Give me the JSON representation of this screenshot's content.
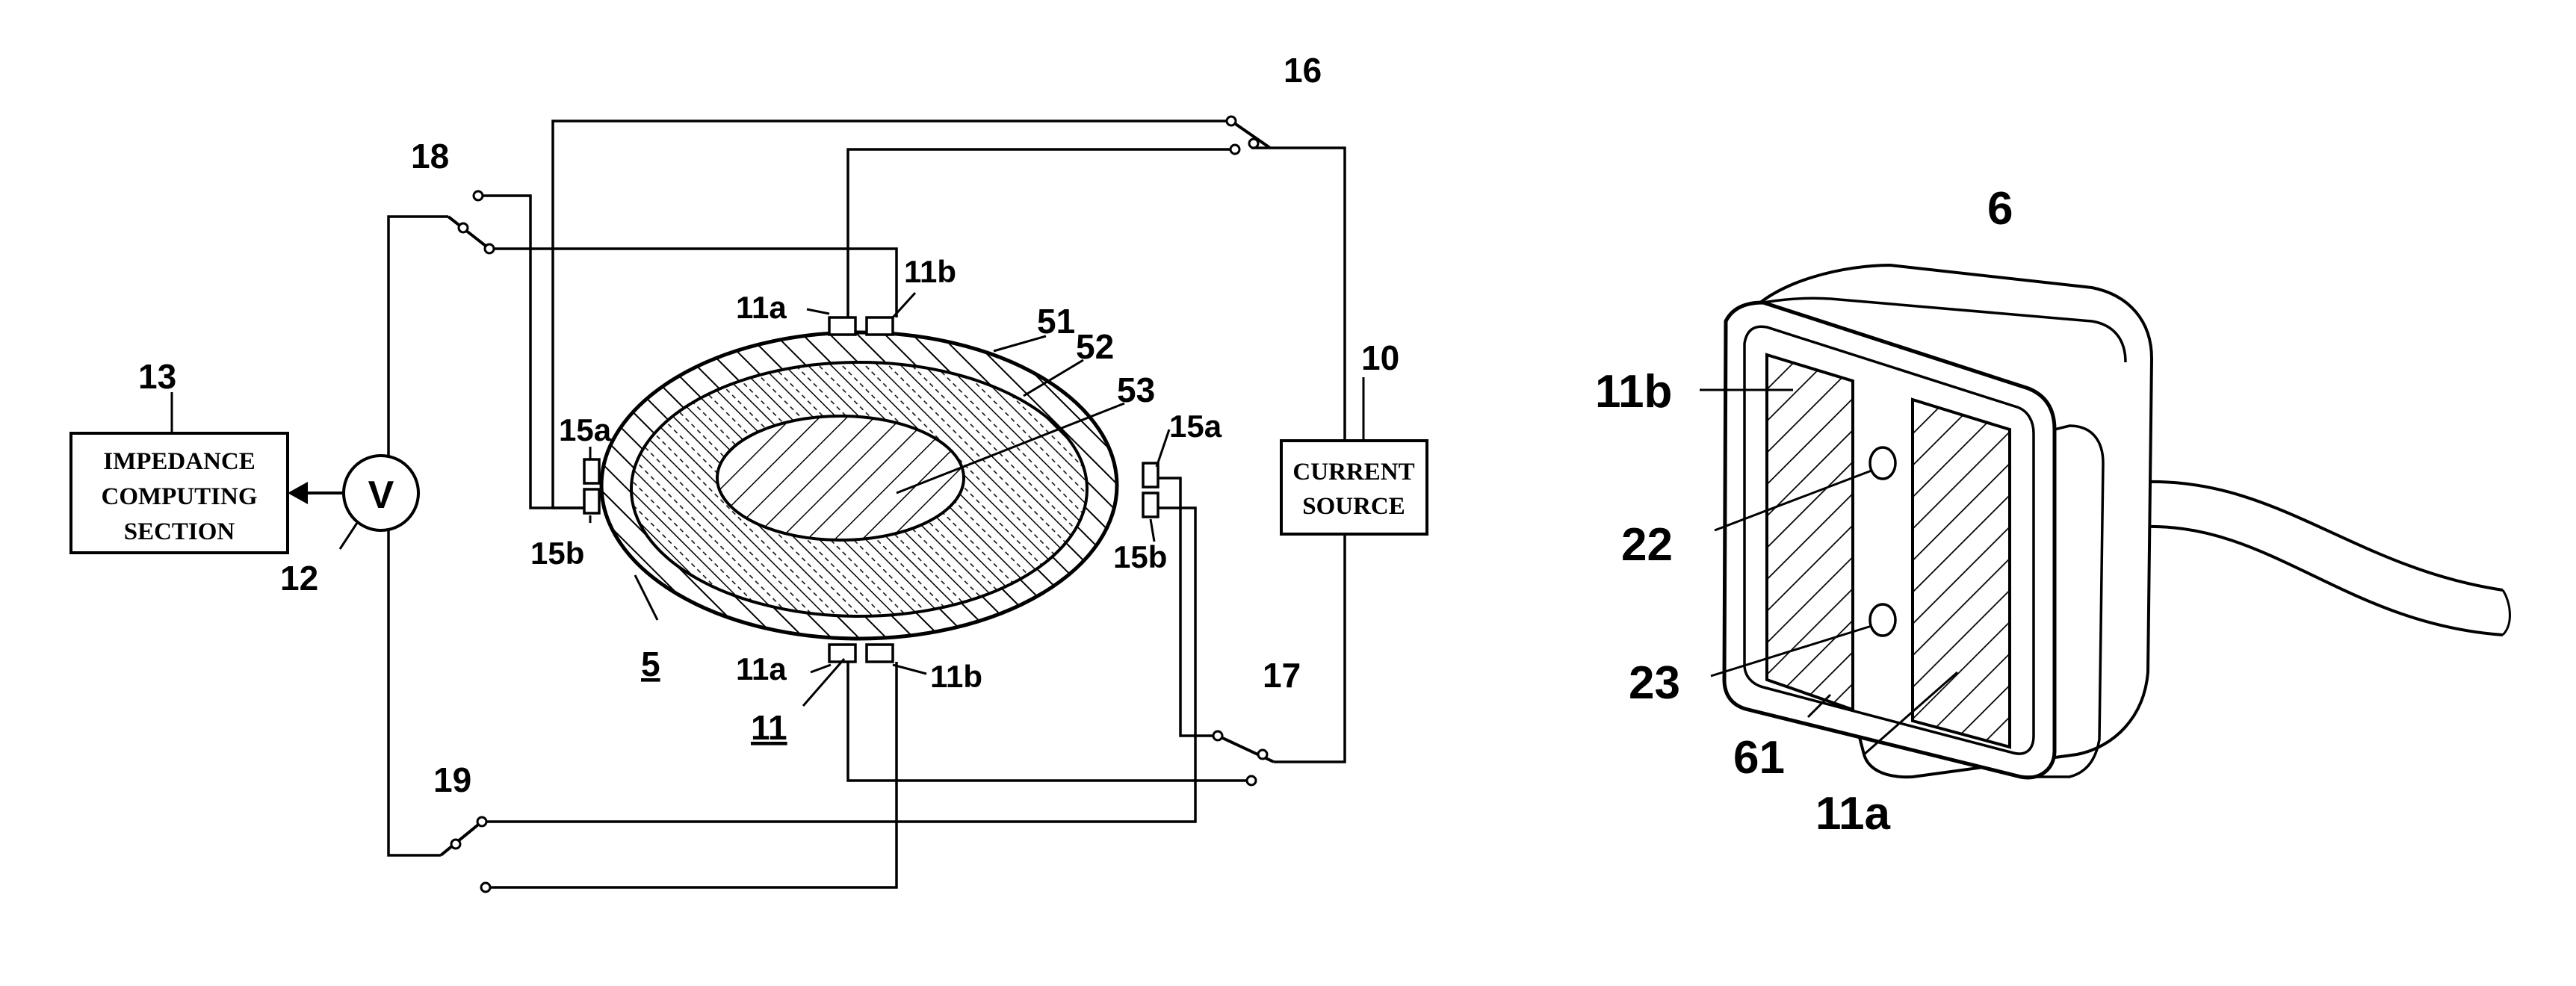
{
  "labels": {
    "n5": "5",
    "n6": "6",
    "n10": "10",
    "n11": "11",
    "n11a": "11a",
    "n11b": "11b",
    "n12": "12",
    "n13": "13",
    "n15a": "15a",
    "n15b": "15b",
    "n16": "16",
    "n17": "17",
    "n18": "18",
    "n19": "19",
    "n22": "22",
    "n23": "23",
    "n51": "51",
    "n52": "52",
    "n53": "53",
    "n61": "61",
    "voltmeter": "V"
  },
  "impedance_box": {
    "line1": "IMPEDANCE",
    "line2": "COMPUTING",
    "line3": "SECTION"
  },
  "current_box": {
    "line1": "CURRENT",
    "line2": "SOURCE"
  }
}
